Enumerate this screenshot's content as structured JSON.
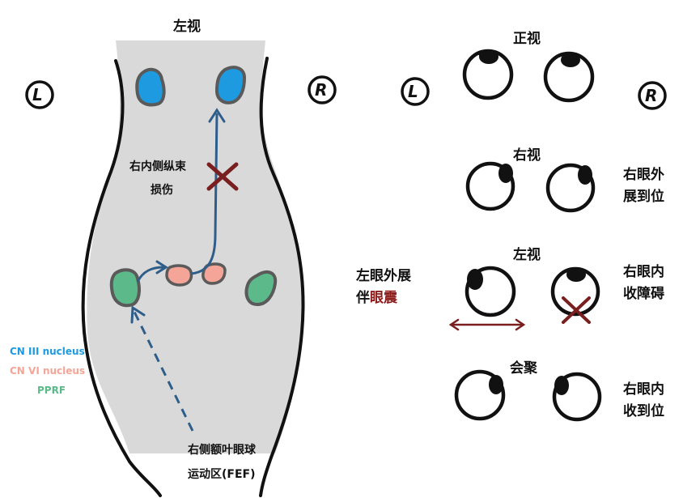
{
  "left_panel": {
    "title": "左视",
    "left_marker": "L",
    "right_marker": "R",
    "lesion_label_line1": "右内侧纵束",
    "lesion_label_line2": "损伤",
    "fef_label_line1": "右侧额叶眼球",
    "fef_label_line2": "运动区(FEF)"
  },
  "legend": [
    {
      "label": "CN III nucleus",
      "color": "#1e9be0"
    },
    {
      "label": "CN VI nucleus",
      "color": "#f4a597"
    },
    {
      "label": "PPRF",
      "color": "#5cb98a"
    }
  ],
  "right_panel": {
    "left_marker": "L",
    "right_marker": "R",
    "rows": [
      {
        "title": "正视",
        "note_lines": []
      },
      {
        "title": "右视",
        "note_lines": [
          "右眼外",
          "展到位"
        ]
      },
      {
        "title": "左视",
        "note_lines": [
          "右眼内",
          "收障碍"
        ],
        "left_note_line1": "左眼外展",
        "left_note_line2_prefix": "伴",
        "left_note_line2_highlight": "眼震"
      },
      {
        "title": "会聚",
        "note_lines": [
          "右眼内",
          "收到位"
        ]
      }
    ]
  },
  "colors": {
    "brainstem": "#d9d9d9",
    "cn3": "#1e9be0",
    "cn6": "#f4a597",
    "pprf": "#5cb98a",
    "arrow": "#2f5d8a",
    "lesion": "#7a1f1f"
  }
}
